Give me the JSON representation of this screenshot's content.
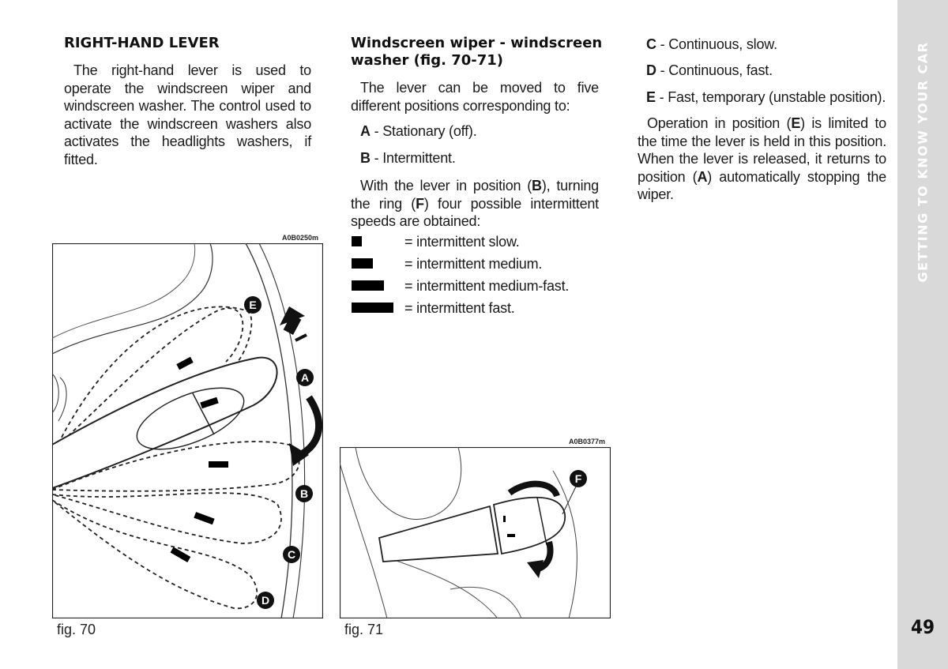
{
  "col1": {
    "heading": "RIGHT-HAND LEVER",
    "para": "The right-hand lever is used to operate the windscreen wiper and windscreen washer. The control used to activate the windscreen washers also activates the headlights washers, if fitted."
  },
  "col2": {
    "heading_line1": "Windscreen wiper - windscreen",
    "heading_line2": "washer (fig. 70-71)",
    "intro": "The lever can be moved to five different positions corresponding to:",
    "pos_a_key": "A",
    "pos_a_text": " - Stationary (off).",
    "pos_b_key": "B",
    "pos_b_text": " - Intermittent.",
    "ring_p1": "With the lever in position (",
    "ring_k1": "B",
    "ring_p2": "), turning the ring (",
    "ring_k2": "F",
    "ring_p3": ") four possible intermittent speeds are obtained:",
    "speeds": [
      {
        "label": "= intermittent slow."
      },
      {
        "label": "= intermittent medium."
      },
      {
        "label": "= intermittent medium-fast."
      },
      {
        "label": "= intermittent fast."
      }
    ]
  },
  "col3": {
    "pos_c_key": "C",
    "pos_c_text": " - Continuous, slow.",
    "pos_d_key": "D",
    "pos_d_text": " - Continuous, fast.",
    "pos_e_key": "E",
    "pos_e_text": " - Fast, temporary (unstable position).",
    "op_p1": "Operation in position (",
    "op_k1": "E",
    "op_p2": ") is limited to the time the lever is held in this position. When the lever is released, it returns to position (",
    "op_k2": "A",
    "op_p3": ") automatically stopping the wiper."
  },
  "fig70": {
    "code": "A0B0250m",
    "caption": "fig. 70",
    "markers": [
      "E",
      "A",
      "B",
      "C",
      "D"
    ]
  },
  "fig71": {
    "code": "A0B0377m",
    "caption": "fig. 71",
    "marker": "F"
  },
  "sidebar": {
    "section": "GETTING TO KNOW YOUR CAR",
    "page_number": "49"
  }
}
